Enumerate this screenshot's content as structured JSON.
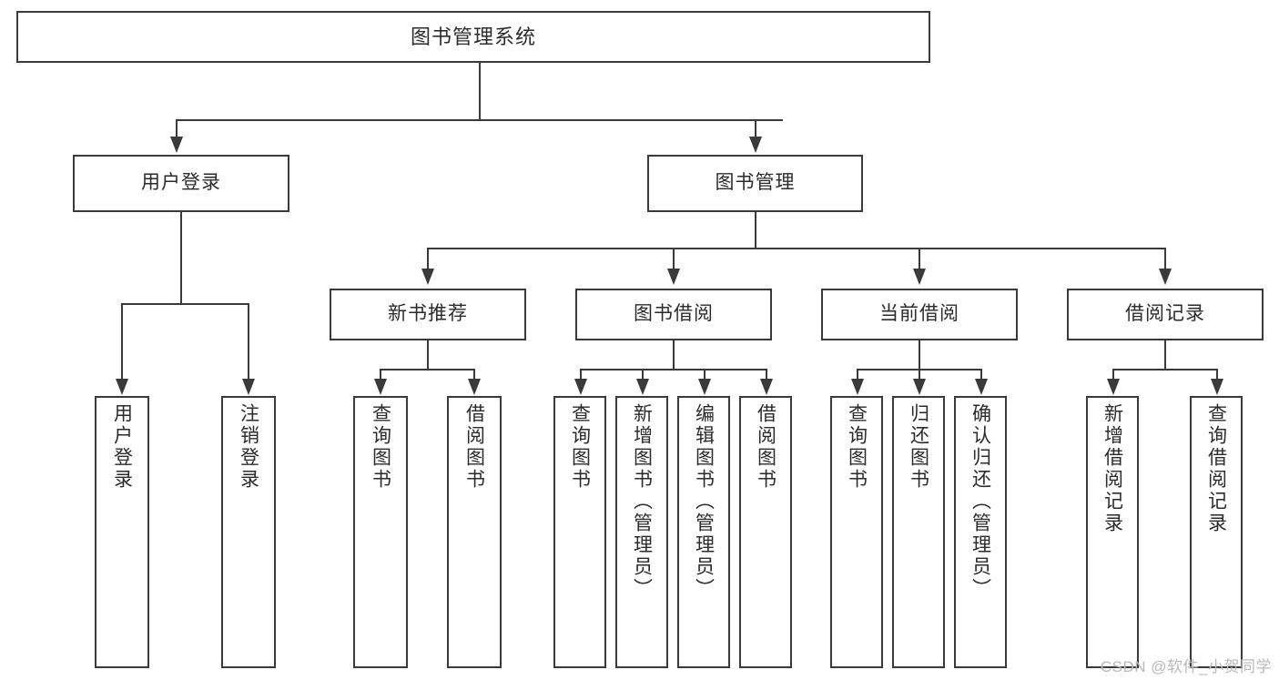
{
  "diagram": {
    "title": "图书管理系统",
    "type": "tree-hierarchy-chart",
    "root": {
      "label": "图书管理系统"
    },
    "level2": [
      {
        "label": "用户登录"
      },
      {
        "label": "图书管理"
      }
    ],
    "level3": [
      {
        "label": "新书推荐"
      },
      {
        "label": "图书借阅"
      },
      {
        "label": "当前借阅"
      },
      {
        "label": "借阅记录"
      }
    ],
    "leaves": {
      "user_login": [
        {
          "label": "用户登录"
        },
        {
          "label": "注销登录"
        }
      ],
      "new_book_recommend": [
        {
          "label": "查询图书"
        },
        {
          "label": "借阅图书"
        }
      ],
      "book_borrow": [
        {
          "label": "查询图书"
        },
        {
          "label": "新增图书（管理员）"
        },
        {
          "label": "编辑图书（管理员）"
        },
        {
          "label": "借阅图书"
        }
      ],
      "current_borrow": [
        {
          "label": "查询图书"
        },
        {
          "label": "归还图书"
        },
        {
          "label": "确认归还（管理员）"
        }
      ],
      "borrow_record": [
        {
          "label": "新增借阅记录"
        },
        {
          "label": "查询借阅记录"
        }
      ]
    }
  },
  "watermark": {
    "text": "CSDN @软件_小贺同学"
  },
  "colors": {
    "stroke": "#3a3a3a",
    "text": "#2b2b2b",
    "background": "#ffffff",
    "watermark": "#b9b9b9"
  }
}
